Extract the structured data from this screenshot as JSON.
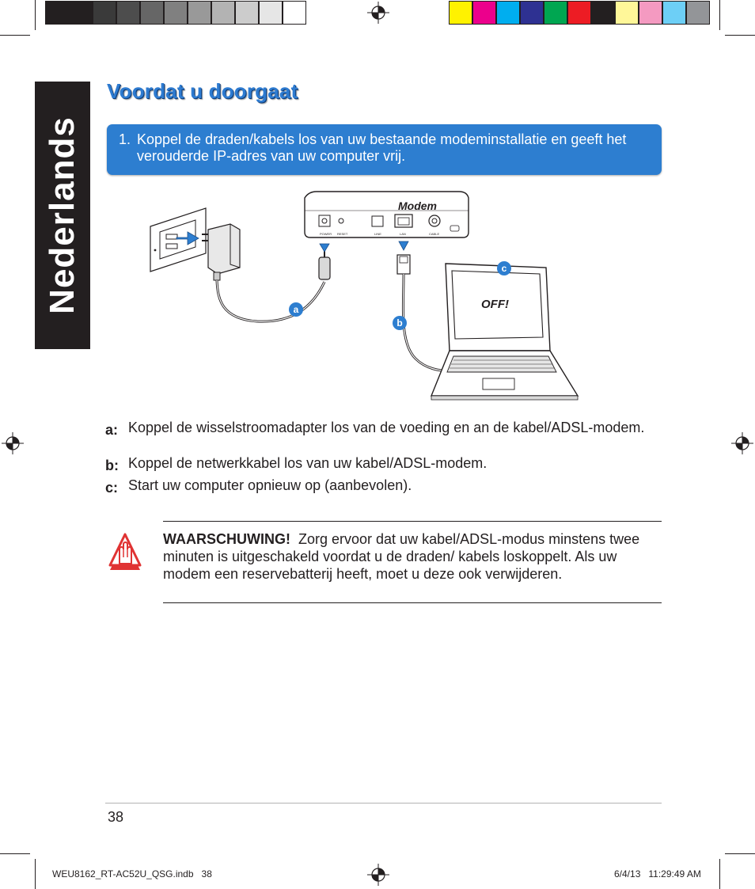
{
  "print_marks": {
    "gray_swatches": [
      "#231f20",
      "#231f20",
      "#3a3a3a",
      "#4d4d4d",
      "#666666",
      "#808080",
      "#999999",
      "#b3b3b3",
      "#cccccc",
      "#e6e6e6",
      "#ffffff"
    ],
    "color_swatches": [
      "#fff200",
      "#ec008c",
      "#00aeef",
      "#2e3192",
      "#00a651",
      "#ed1c24",
      "#231f20",
      "#fff799",
      "#f49ac1",
      "#6dcff6",
      "#939598"
    ]
  },
  "side_tab": {
    "label": "Nederlands"
  },
  "section": {
    "heading": "Voordat u doorgaat"
  },
  "step": {
    "number": "1.",
    "text": "Koppel de draden/kabels los van uw bestaande modeminstallatie en geeft het verouderde IP-adres van uw computer vrij."
  },
  "diagram": {
    "modem_label": "Modem",
    "port_labels": [
      "POWER",
      "RESET",
      "LINE",
      "LAN",
      "CABLE"
    ],
    "screen_text": "OFF!",
    "callouts": [
      "a",
      "b",
      "c"
    ],
    "callout_color": "#2d7ed0"
  },
  "instructions": [
    {
      "label": "a:",
      "text": "Koppel de wisselstroomadapter los van de voeding en an de kabel/ADSL-modem."
    },
    {
      "label": "b:",
      "text": "Koppel de netwerkkabel los van uw kabel/ADSL-modem."
    },
    {
      "label": "c:",
      "text": "Start uw computer opnieuw op (aanbevolen)."
    }
  ],
  "warning": {
    "icon": "warning-hand-icon",
    "title": "WAARSCHUWING!",
    "text": "Zorg ervoor dat uw kabel/ADSL-modus minstens twee minuten is uitgeschakeld voordat u de draden/ kabels loskoppelt. Als uw modem een reservebatterij heeft, moet u deze ook verwijderen.",
    "color": "#e03333"
  },
  "page_number": "38",
  "footer": {
    "file": "WEU8162_RT-AC52U_QSG.indb   38",
    "date": "6/4/13   11:29:49 AM"
  }
}
